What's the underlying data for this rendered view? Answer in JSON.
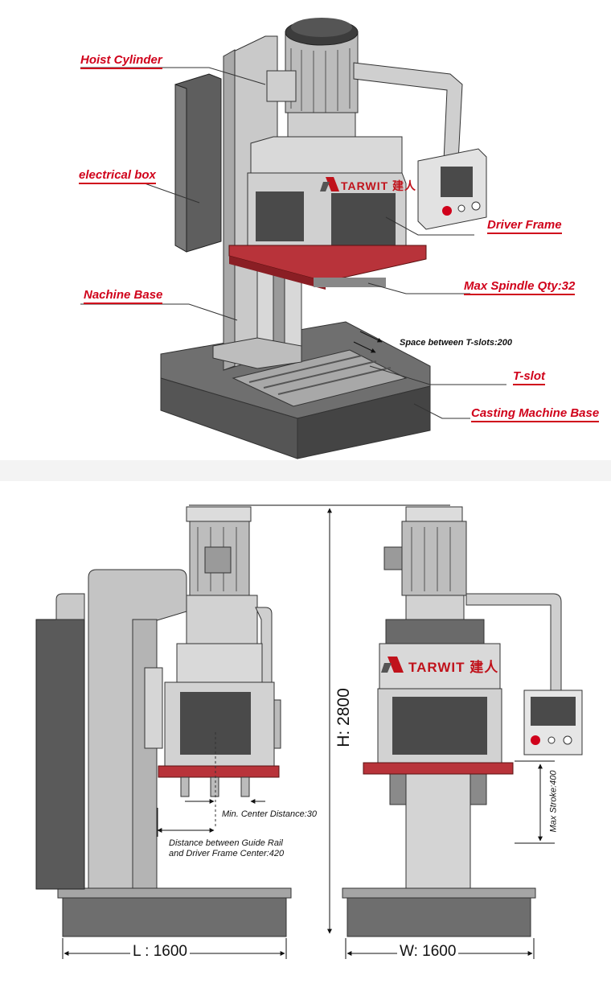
{
  "brand": {
    "name": "TARWIT",
    "suffix": "建人"
  },
  "colors": {
    "label": "#d0021b",
    "frame_red": "#b8333a",
    "metal_light": "#d6d6d6",
    "metal_mid": "#bdbdbd",
    "metal_dark": "#5a5a5a",
    "screen": "#4a4a4a"
  },
  "perspective_labels": {
    "hoist_cylinder": "Hoist Cylinder",
    "electrical_box": "electrical box",
    "nachine_base": "Nachine Base",
    "driver_frame": "Driver Frame",
    "max_spindle": "Max Spindle Qty:32",
    "t_slot": "T-slot",
    "casting_base": "Casting Machine Base",
    "t_slot_space": "Space between T-slots:200"
  },
  "dimensions": {
    "height": "H: 2800",
    "length": "L : 1600",
    "width": "W: 1600",
    "min_center": "Min. Center Distance:30",
    "guide_rail_line1": "Distance between Guide Rail",
    "guide_rail_line2": "and Driver Frame Center:420",
    "max_stroke": "Max Stroke:400"
  }
}
